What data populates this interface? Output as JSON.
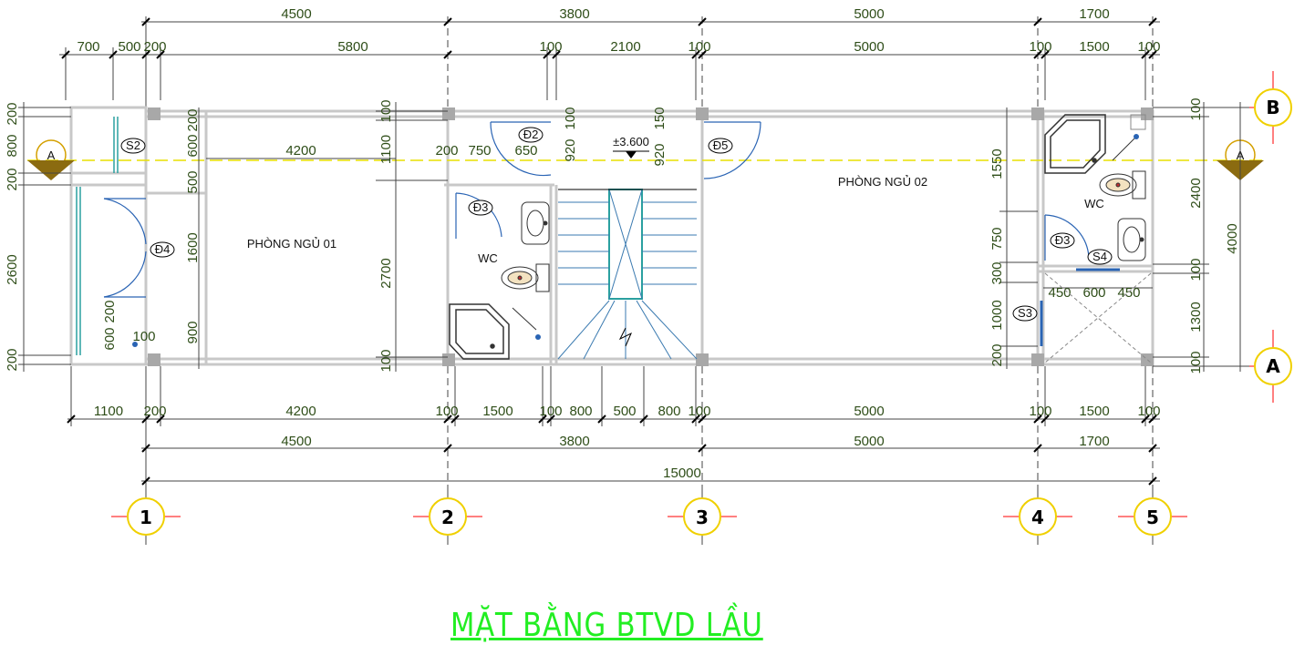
{
  "title": "MẶT BẰNG BTVD LẦU",
  "colors": {
    "dimension": "#2e4d18",
    "title": "#22ee22",
    "walls": "#c8c8c8",
    "door": "#2a64b4",
    "section_line": "#e8e000",
    "axis_marker": "#f0d000",
    "axis_cross": "#ff0000"
  },
  "top_dims": {
    "row1": [
      "4500",
      "3800",
      "5000",
      "1700"
    ],
    "row2": [
      "700",
      "500",
      "200",
      "5800",
      "100",
      "2100",
      "100",
      "5000",
      "100",
      "1500",
      "100"
    ]
  },
  "bottom_dims": {
    "row1": [
      "1100",
      "200",
      "4200",
      "100",
      "1500",
      "100",
      "800",
      "500",
      "800",
      "100",
      "5000",
      "100",
      "1500",
      "100"
    ],
    "row2": [
      "4500",
      "3800",
      "5000",
      "1700"
    ],
    "total": "15000"
  },
  "left_dims": {
    "outer": [
      "200",
      "800",
      "200",
      "2600",
      "200"
    ],
    "inner": [
      "200",
      "600",
      "500",
      "1600",
      "900"
    ],
    "small": [
      "200",
      "600",
      "100"
    ]
  },
  "mid_dims": {
    "axis2_outer": [
      "100",
      "1100",
      "2700",
      "100"
    ],
    "room1_width": "4200",
    "wc1": [
      "200",
      "750",
      "650"
    ],
    "stair": [
      "100",
      "920",
      "920",
      "150"
    ],
    "elevation": "±3.600"
  },
  "right_dims": {
    "left_of_wc": [
      "1550",
      "750",
      "300",
      "1000",
      "200"
    ],
    "wc2": [
      "450",
      "600",
      "450"
    ],
    "outer": [
      "100",
      "2400",
      "100",
      "1300",
      "100"
    ],
    "total": "4000"
  },
  "rooms": {
    "bedroom1": "PHÒNG NGỦ 01",
    "bedroom2": "PHÒNG NGỦ 02",
    "wc": "WC"
  },
  "tags": {
    "s2": "S2",
    "s3": "S3",
    "s4": "S4",
    "d2": "Đ2",
    "d3": "Đ3",
    "d4": "Đ4",
    "d5": "Đ5"
  },
  "section_mark": "A",
  "grid_axes_x": [
    "1",
    "2",
    "3",
    "4",
    "5"
  ],
  "grid_axes_y": [
    "B",
    "A"
  ]
}
